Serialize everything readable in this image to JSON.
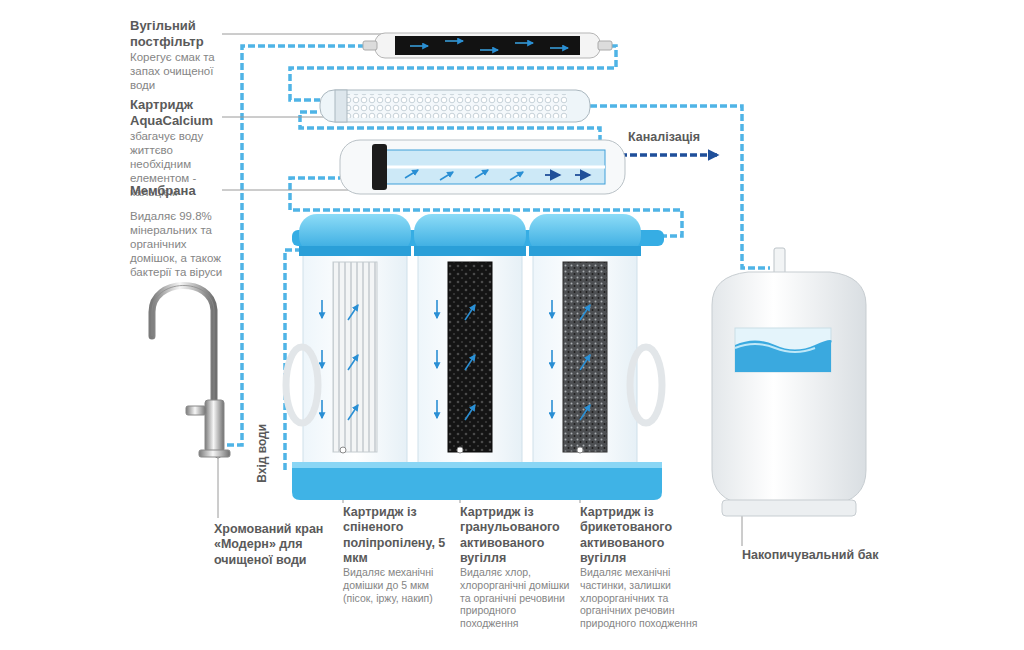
{
  "diagram": {
    "labels": [
      "Вугільний постфільтр",
      "Корегує смак та запах очищеної води",
      "Картридж AquaCalcium",
      "збагачує воду життєво необхідним елементом - кальцієм",
      "Мембрана",
      "Видаляє 99.8% мінеральних та органічних домішок, а також бактерії та віруси",
      "Каналізація",
      "Вхід води",
      "Хромований кран «Модерн» для очищеної води",
      "Картридж із спіненого поліпропілену, 5 мкм",
      "Видаляє механічні домішки до 5 мкм (пісок, іржу, накип)",
      "Картридж із гранульованого активованого вугілля",
      "Видаляє хлор, хлорорганічні домішки та органічні речовини природного походження",
      "Картридж із брикетованого активованого вугілля",
      "Видаляє механічні частинки, залишки хлорорганічних та органічних речовин природного походження",
      "Накопичувальний бак"
    ]
  }
}
